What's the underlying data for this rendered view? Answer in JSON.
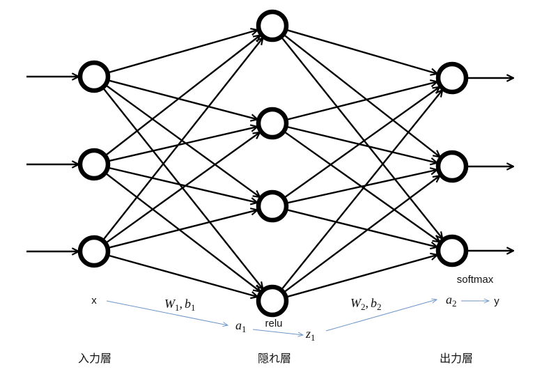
{
  "diagram": {
    "title": "Neural network (input-hidden-output) fully connected",
    "layers": [
      {
        "id": "input",
        "label": "入力層",
        "node_count": 3
      },
      {
        "id": "hidden",
        "label": "隠れ層",
        "node_count": 4,
        "activation": "relu"
      },
      {
        "id": "output",
        "label": "出力層",
        "node_count": 3,
        "activation": "softmax"
      }
    ],
    "connections": [
      {
        "from": "input",
        "to": "hidden",
        "type": "fully-connected"
      },
      {
        "from": "hidden",
        "to": "output",
        "type": "fully-connected"
      }
    ],
    "labels": {
      "relu": "relu",
      "softmax": "softmax",
      "x": "x",
      "y": "y",
      "w1_main": "W",
      "w1_sub": "1",
      "b1_main": "b",
      "b1_sub": "1",
      "w2_main": "W",
      "w2_sub": "2",
      "b2_main": "b",
      "b2_sub": "2",
      "a1_main": "a",
      "a1_sub": "1",
      "z1_main": "z",
      "z1_sub": "1",
      "a2_main": "a",
      "a2_sub": "2",
      "comma": ","
    },
    "flow": [
      "x",
      "a1",
      "z1",
      "a2",
      "y"
    ],
    "colors": {
      "edge": "#000000",
      "node_stroke": "#000000",
      "flow_arrow": "#6d96c8"
    }
  }
}
